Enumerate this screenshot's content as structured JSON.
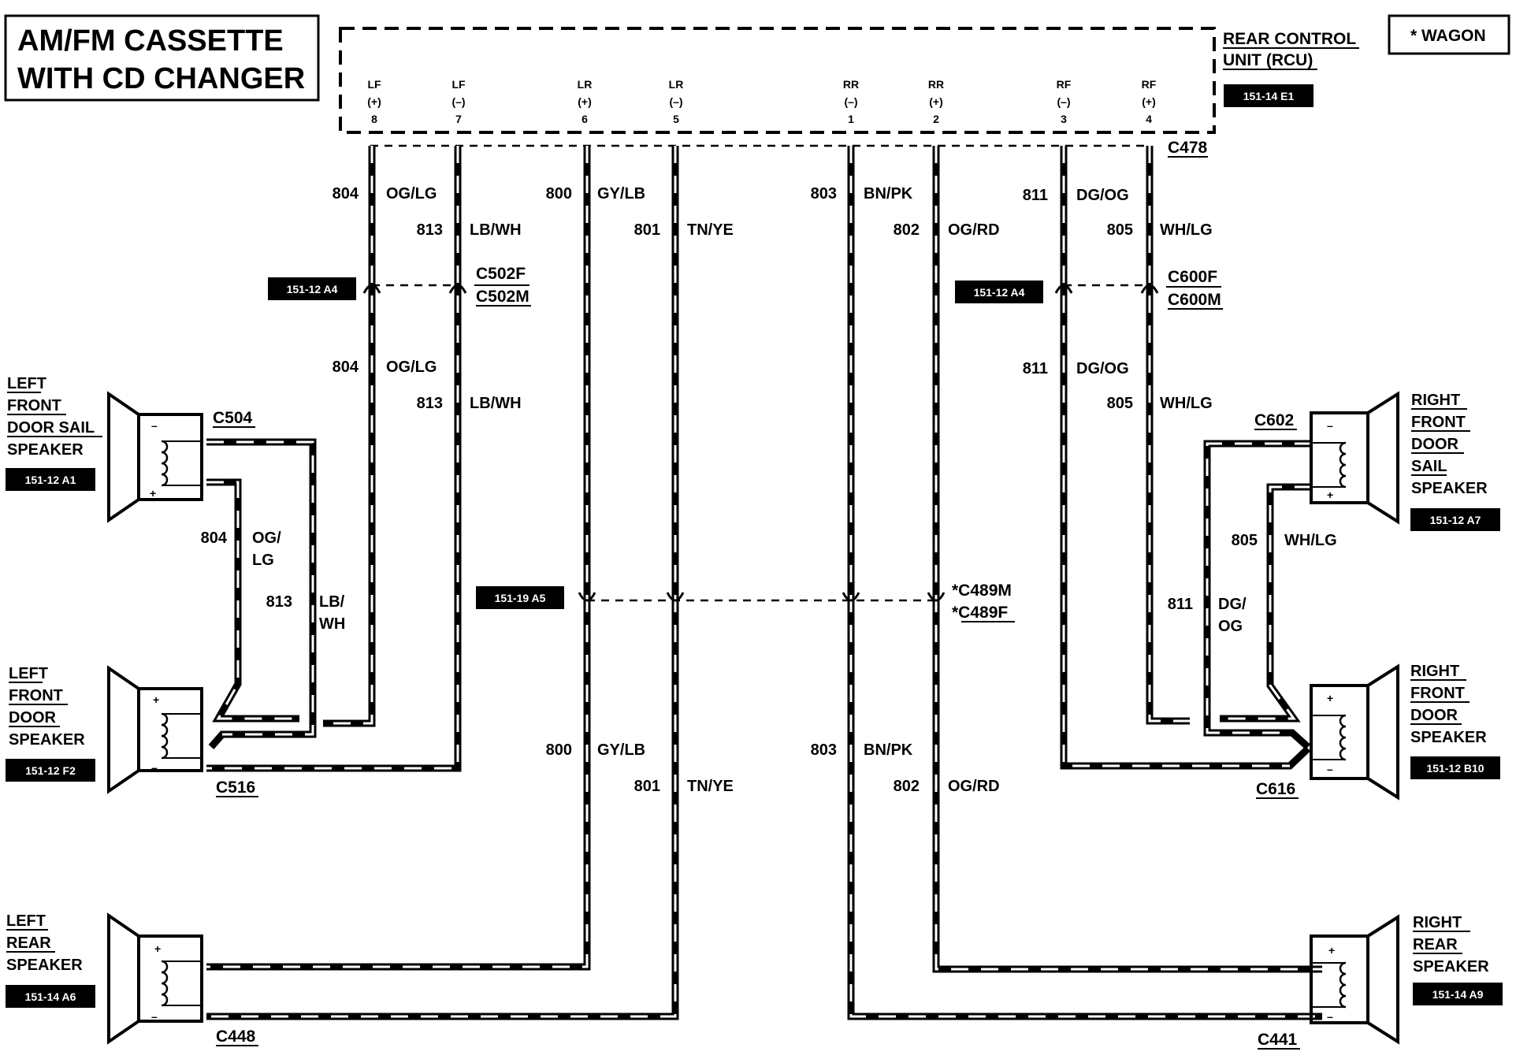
{
  "title": {
    "line1": "AM/FM CASSETTE",
    "line2": "WITH CD CHANGER"
  },
  "legend": {
    "text": "*  WAGON"
  },
  "rcu": {
    "name_line1": "REAR CONTROL",
    "name_line2": "UNIT (RCU)",
    "ref": "151-14 E1",
    "connector": "C478"
  },
  "pins": [
    {
      "name": "LF",
      "polarity": "(+)",
      "number": "8"
    },
    {
      "name": "LF",
      "polarity": "(–)",
      "number": "7"
    },
    {
      "name": "LR",
      "polarity": "(+)",
      "number": "6"
    },
    {
      "name": "LR",
      "polarity": "(–)",
      "number": "5"
    },
    {
      "name": "RR",
      "polarity": "(–)",
      "number": "1"
    },
    {
      "name": "RR",
      "polarity": "(+)",
      "number": "2"
    },
    {
      "name": "RF",
      "polarity": "(–)",
      "number": "3"
    },
    {
      "name": "RF",
      "polarity": "(+)",
      "number": "4"
    }
  ],
  "connectors": {
    "c502f": "C502F",
    "c502m": "C502M",
    "c600f": "C600F",
    "c600m": "C600M",
    "c489m": "*C489M",
    "c489f": "*C489F",
    "c504": "C504",
    "c516": "C516",
    "c448": "C448",
    "c602": "C602",
    "c616": "C616",
    "c441": "C441"
  },
  "refs": {
    "left_inline": "151-12 A4",
    "right_inline": "151-12 A4",
    "center_inline": "151-19 A5"
  },
  "speakers": {
    "left_front_sail": {
      "lines": [
        "LEFT",
        "FRONT",
        "DOOR SAIL",
        "SPEAKER"
      ],
      "ref": "151-12 A1"
    },
    "left_front_door": {
      "lines": [
        "LEFT",
        "FRONT",
        "DOOR",
        "SPEAKER"
      ],
      "ref": "151-12 F2"
    },
    "left_rear": {
      "lines": [
        "LEFT",
        "REAR",
        "SPEAKER"
      ],
      "ref": "151-14 A6"
    },
    "right_front_sail": {
      "lines": [
        "RIGHT",
        "FRONT",
        "DOOR",
        "SAIL",
        "SPEAKER"
      ],
      "ref": "151-12 A7"
    },
    "right_front_door": {
      "lines": [
        "RIGHT",
        "FRONT",
        "DOOR",
        "SPEAKER"
      ],
      "ref": "151-12 B10"
    },
    "right_rear": {
      "lines": [
        "RIGHT",
        "REAR",
        "SPEAKER"
      ],
      "ref": "151-14 A9"
    },
    "plus": "+",
    "minus": "–"
  },
  "wire_labels": {
    "upper": [
      {
        "circuit": "804",
        "color": "OG/LG"
      },
      {
        "circuit": "813",
        "color": "LB/WH"
      },
      {
        "circuit": "800",
        "color": "GY/LB"
      },
      {
        "circuit": "801",
        "color": "TN/YE"
      },
      {
        "circuit": "803",
        "color": "BN/PK"
      },
      {
        "circuit": "802",
        "color": "OG/RD"
      },
      {
        "circuit": "811",
        "color": "DG/OG"
      },
      {
        "circuit": "805",
        "color": "WH/LG"
      }
    ],
    "middle": [
      {
        "circuit": "804",
        "color": "OG/LG"
      },
      {
        "circuit": "813",
        "color": "LB/WH"
      },
      {
        "circuit": "811",
        "color": "DG/OG"
      },
      {
        "circuit": "805",
        "color": "WH/LG"
      }
    ],
    "left_speaker_run": [
      {
        "circuit": "804",
        "color_line1": "OG/",
        "color_line2": "LG"
      },
      {
        "circuit": "813",
        "color_line1": "LB/",
        "color_line2": "WH"
      }
    ],
    "right_speaker_run": [
      {
        "circuit": "805",
        "color": "WH/LG"
      },
      {
        "circuit": "811",
        "color_line1": "DG/",
        "color_line2": "OG"
      }
    ],
    "lower": [
      {
        "circuit": "800",
        "color": "GY/LB"
      },
      {
        "circuit": "801",
        "color": "TN/YE"
      },
      {
        "circuit": "803",
        "color": "BN/PK"
      },
      {
        "circuit": "802",
        "color": "OG/RD"
      }
    ]
  }
}
